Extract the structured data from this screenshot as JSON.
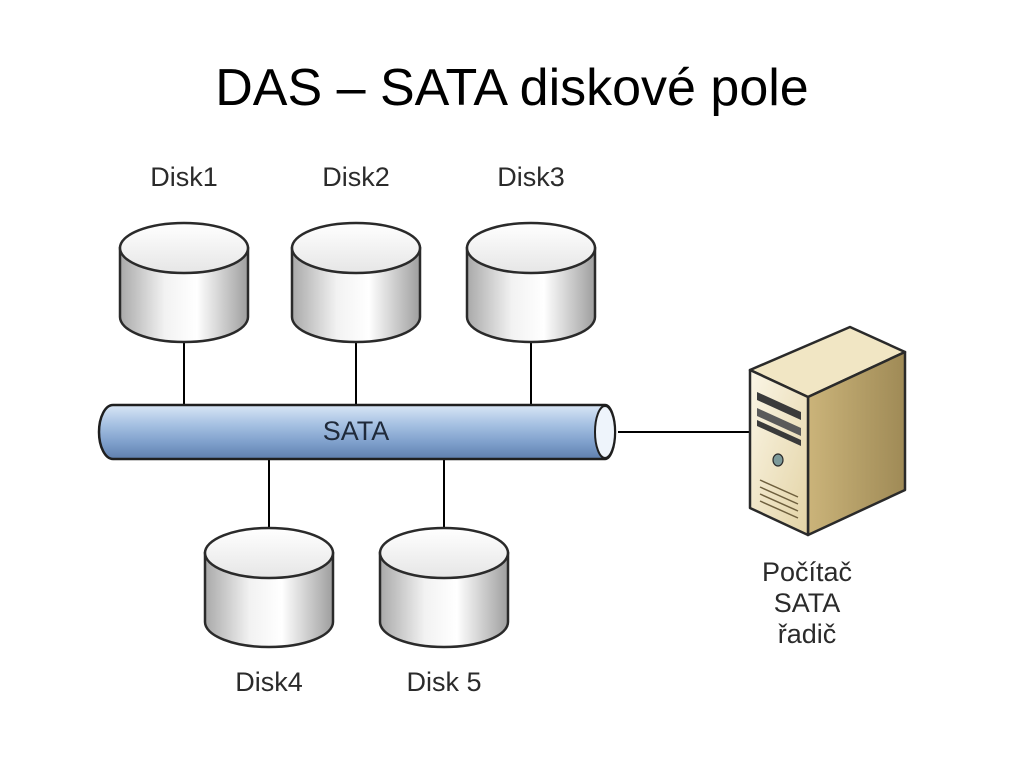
{
  "title": "DAS – SATA diskové pole",
  "disks": [
    {
      "label": "Disk1"
    },
    {
      "label": "Disk2"
    },
    {
      "label": "Disk3"
    },
    {
      "label": "Disk4"
    },
    {
      "label": "Disk 5"
    }
  ],
  "bus": {
    "label": "SATA",
    "color": "#8fb1d9"
  },
  "computer": {
    "line1": "Počítač",
    "line2": "SATA řadič",
    "color": "#e0cf9e"
  }
}
